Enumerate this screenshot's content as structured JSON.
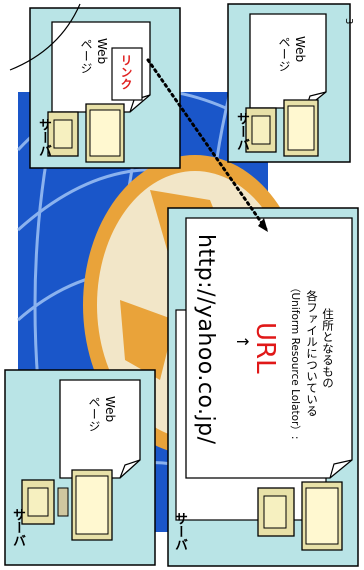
{
  "slide": {
    "page_number": "3",
    "server_label": "サーバ",
    "web_page_label": "Web\nページ",
    "link_label": "リンク",
    "url_example": "http://yahoo.co.jp/",
    "arrow": "↑",
    "url_term": "URL",
    "url_expansion": "（Uniform Resource Lolator）:",
    "url_description_line1": "各ファイルについている",
    "url_description_line2": "住所となるもの"
  },
  "colors": {
    "background_blue": "#1a56c9",
    "panel_fill": "#b9e4e6",
    "globe": "#e9a33a",
    "link_red": "#e02020",
    "url_red": "#e01818"
  }
}
